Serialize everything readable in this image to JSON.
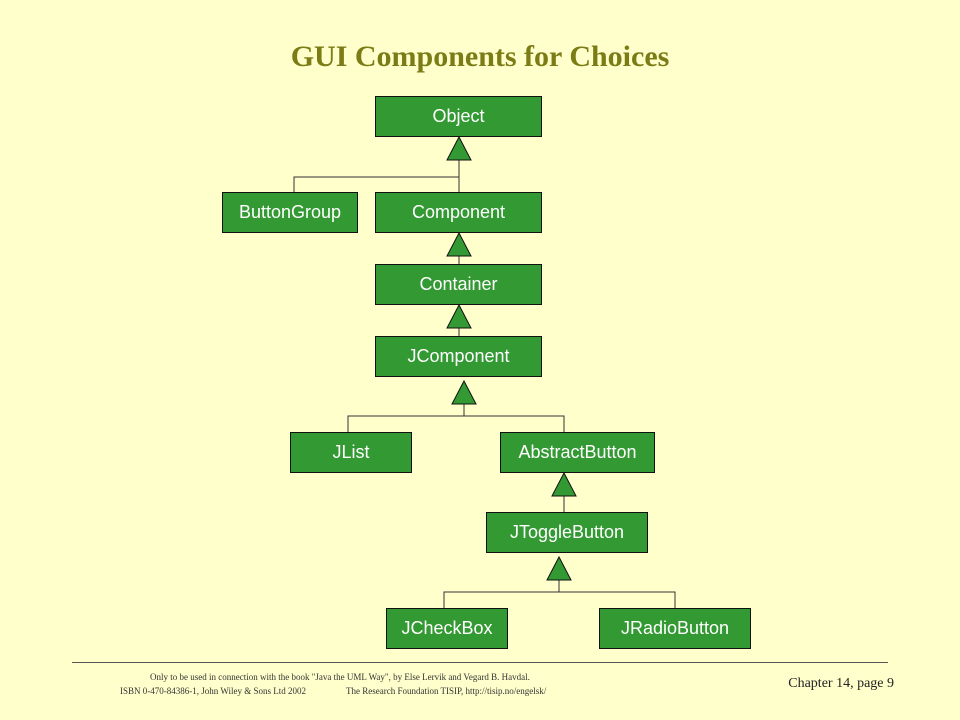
{
  "title": "GUI Components for Choices",
  "classes": {
    "object": "Object",
    "button_group": "ButtonGroup",
    "component": "Component",
    "container": "Container",
    "jcomponent": "JComponent",
    "jlist": "JList",
    "abstract_button": "AbstractButton",
    "jtoggle_button": "JToggleButton",
    "jcheckbox": "JCheckBox",
    "jradio_button": "JRadioButton"
  },
  "footer": {
    "line1": "Only to be used in connection with the book \"Java the UML Way\", by Else Lervik and Vegard B. Havdal.",
    "line2_left": "ISBN 0-470-84386-1, John Wiley & Sons Ltd 2002",
    "line2_right": "The Research Foundation TISIP, http://tisip.no/engelsk/",
    "page": "Chapter 14, page 9"
  },
  "colors": {
    "background": "#FFFFCC",
    "box_fill": "#339933",
    "title": "#7C7C16"
  }
}
